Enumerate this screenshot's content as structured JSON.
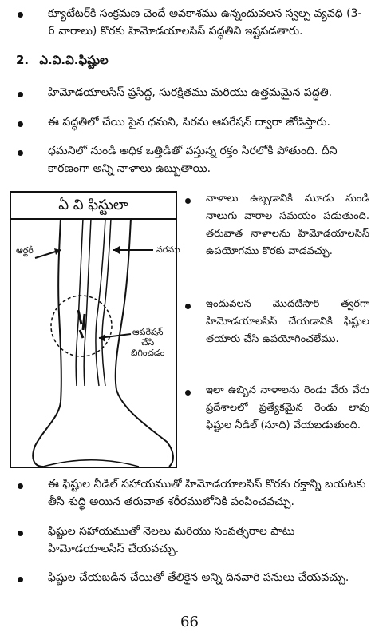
{
  "intro": {
    "text": "క్యూటేటర్‌కి సంక్రమణ చెందే అవకాశము ఉన్నందువలన స్వల్ప వ్యవధి (3-6 వారాలు) కొరకు హిమోడయాలసిస్ పద్ధతిని ఇష్టపడతారు."
  },
  "section": {
    "number": "2.",
    "title": "ఎ.వి.వి.ఫిష్టుల"
  },
  "bullets_top": [
    "హిమోడయాలసిస్ ప్రసిద్ధ, సురక్షితము మరియు ఉత్తమమైన పద్ధతి.",
    "ఈ పద్ధతిలో చేయి పైన ధమని, సిరను ఆపరేషన్ ద్వారా జోడిస్తారు.",
    "ధమనిలో నుండి అధిక ఒత్తిడితో వస్తున్న రక్తం సిరలోకి పోతుంది. దీని కారణంగా అన్ని నాళాలు ఉబ్బుతాయి."
  ],
  "figure": {
    "title": "ఏ వి ఫిస్టులా",
    "label_artery": "ఆర్టరీ",
    "label_vein": "నరము",
    "label_operation_1": "ఆపరేషన్",
    "label_operation_2": "చేసి",
    "label_operation_3": "బిగించడం"
  },
  "bullets_side": [
    "నాళాలు ఉబ్బడానికి మూడు నుండి నాలుగు వారాల సమయం పడుతుంది. తరువాత నాళాలను హిమోడయాలసిస్ ఉపయోగము కొరకు వాడవచ్చు.",
    "ఇందువలన మొదటిసారి త్వరగా హిమోడయాలసిస్ చేయడానికి ఫిష్టుల తయారు చేసి ఉపయోగించలేము.",
    "ఇలా ఉబ్బిన నాళాలను రెండు వేరు వేరు ప్రదేశాలలో ప్రత్యేకమైన రెండు లావు ఫిష్టుల నీడిల్ (సూది) వేయబడుతుంది."
  ],
  "bullets_bottom": [
    "ఈ ఫిష్టుల నీడిల్ సహాయముతో హిమోడయాలసిస్ కొరకు రక్తాన్ని బయటకు తీసి శుద్ధి అయిన తరువాత శరీరములోనికి పంపించవచ్చు.",
    "ఫిష్టుల సహాయముతో నెలలు మరియు సంవత్సరాల పాటు హిమోడయాలసిస్ చేయవచ్చు.",
    "ఫిష్టుల చేయబడిన చేయితో తేలికైన అన్ని దినవారి పనులు చేయవచ్చు."
  ],
  "page_number": "66"
}
